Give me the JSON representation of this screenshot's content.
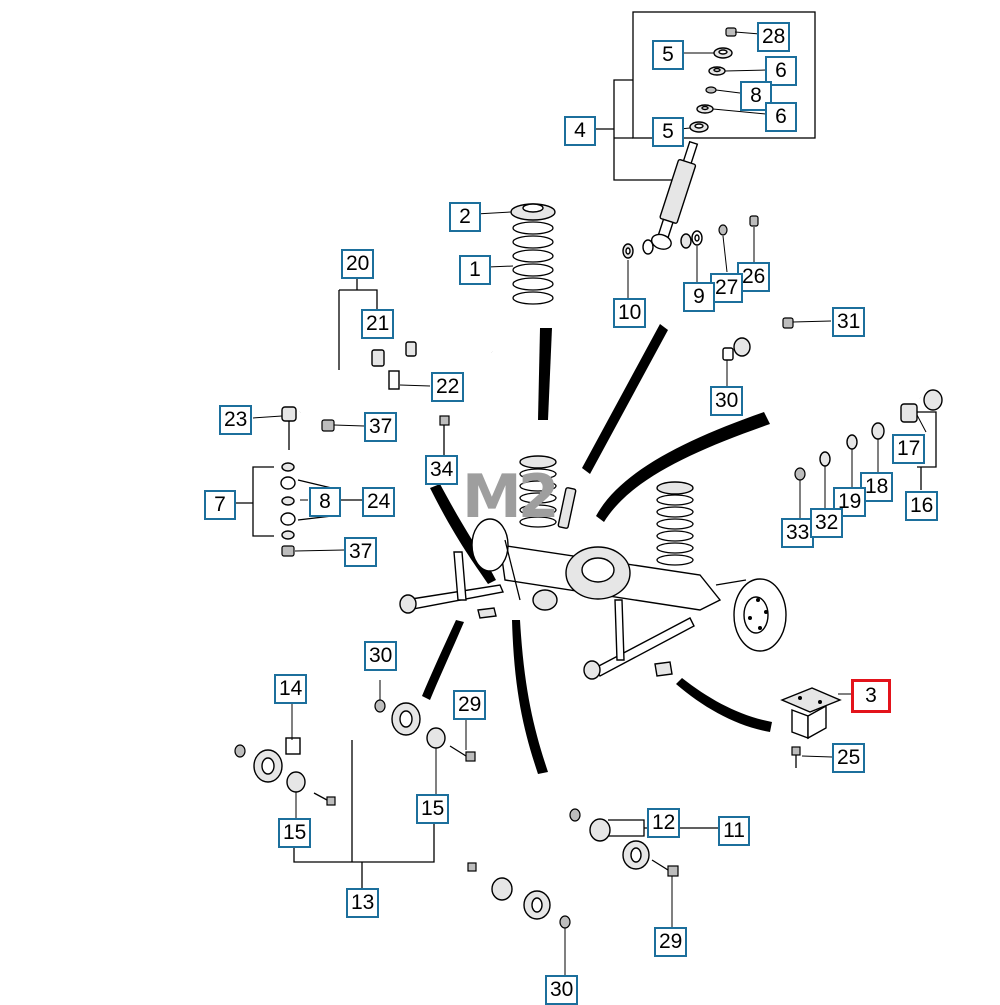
{
  "watermark": "M2",
  "colors": {
    "callout_border": "#1c6f9c",
    "highlight_border": "#e3131b"
  },
  "callouts": [
    {
      "id": "c28",
      "label": "28"
    },
    {
      "id": "c5a",
      "label": "5"
    },
    {
      "id": "c6a",
      "label": "6"
    },
    {
      "id": "c8a",
      "label": "8"
    },
    {
      "id": "c6b",
      "label": "6"
    },
    {
      "id": "c4",
      "label": "4"
    },
    {
      "id": "c5b",
      "label": "5"
    },
    {
      "id": "c2",
      "label": "2"
    },
    {
      "id": "c1",
      "label": "1"
    },
    {
      "id": "c26",
      "label": "26"
    },
    {
      "id": "c27",
      "label": "27"
    },
    {
      "id": "c9",
      "label": "9"
    },
    {
      "id": "c10",
      "label": "10"
    },
    {
      "id": "c20",
      "label": "20"
    },
    {
      "id": "c21",
      "label": "21"
    },
    {
      "id": "c31",
      "label": "31"
    },
    {
      "id": "c22",
      "label": "22"
    },
    {
      "id": "c30a",
      "label": "30"
    },
    {
      "id": "c23",
      "label": "23"
    },
    {
      "id": "c37a",
      "label": "37"
    },
    {
      "id": "c34",
      "label": "34"
    },
    {
      "id": "c17",
      "label": "17"
    },
    {
      "id": "c18",
      "label": "18"
    },
    {
      "id": "c19",
      "label": "19"
    },
    {
      "id": "c7",
      "label": "7"
    },
    {
      "id": "c8b",
      "label": "8"
    },
    {
      "id": "c24",
      "label": "24"
    },
    {
      "id": "c33",
      "label": "33"
    },
    {
      "id": "c32",
      "label": "32"
    },
    {
      "id": "c16",
      "label": "16"
    },
    {
      "id": "c37b",
      "label": "37"
    },
    {
      "id": "c30b",
      "label": "30"
    },
    {
      "id": "c14",
      "label": "14"
    },
    {
      "id": "c29a",
      "label": "29"
    },
    {
      "id": "c3",
      "label": "3",
      "highlighted": true
    },
    {
      "id": "c25",
      "label": "25"
    },
    {
      "id": "c15a",
      "label": "15"
    },
    {
      "id": "c15b",
      "label": "15"
    },
    {
      "id": "c12",
      "label": "12"
    },
    {
      "id": "c11",
      "label": "11"
    },
    {
      "id": "c13",
      "label": "13"
    },
    {
      "id": "c29b",
      "label": "29"
    },
    {
      "id": "c30c",
      "label": "30"
    }
  ]
}
